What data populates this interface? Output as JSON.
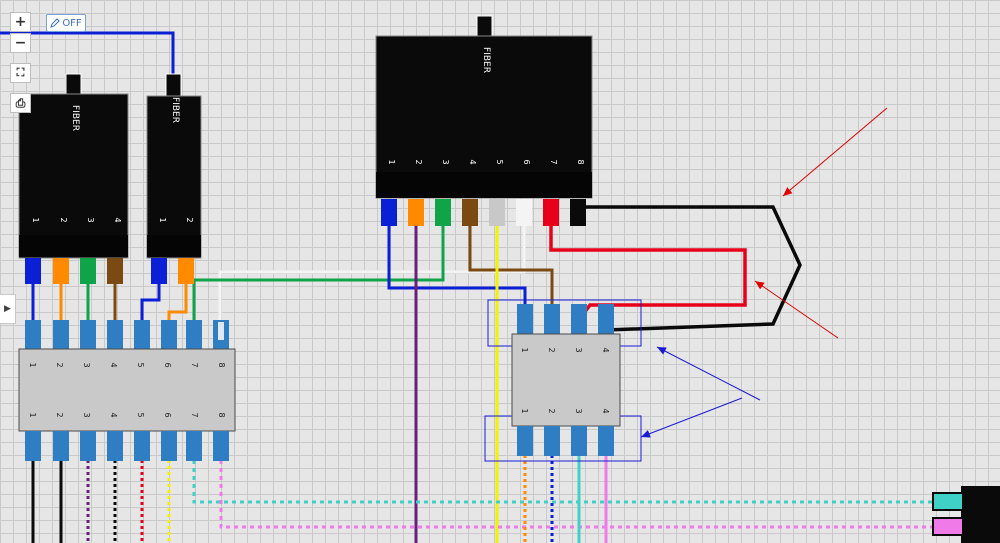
{
  "toolbar": {
    "zoom_in": "+",
    "zoom_out": "−",
    "fullscreen": "⛶",
    "print": "⎙",
    "off_label": "OFF",
    "side_arrow": "▶"
  },
  "enclosures": {
    "left_a": {
      "label": "FIBER",
      "ports": [
        "1",
        "2",
        "3",
        "4"
      ]
    },
    "left_b": {
      "label": "FIBER",
      "ports": [
        "1",
        "2"
      ]
    },
    "big": {
      "label": "FIBER",
      "ports": [
        "1",
        "2",
        "3",
        "4",
        "5",
        "6",
        "7",
        "8"
      ]
    }
  },
  "panels": {
    "left8": {
      "top_ports": [
        "1",
        "2",
        "3",
        "4",
        "5",
        "6",
        "7",
        "8"
      ],
      "bottom_ports": [
        "1",
        "2",
        "3",
        "4",
        "5",
        "6",
        "7",
        "8"
      ]
    },
    "right4": {
      "top_ports": [
        "1",
        "2",
        "3",
        "4"
      ],
      "bottom_ports": [
        "1",
        "2",
        "3",
        "4"
      ]
    }
  },
  "colors": {
    "blue": "#0a1fd6",
    "orange": "#ff8a00",
    "green": "#0fa34a",
    "brown": "#7a4a12",
    "slate": "#c8c8c8",
    "white": "#f4f4f4",
    "red": "#e8001a",
    "black": "#0a0a0a",
    "violet": "#6b1d7a",
    "yellow": "#f3f300",
    "aqua": "#3fd0c6",
    "rose": "#f07ae8",
    "port_blue": "#2f7ec4",
    "annot_red": "#e00000",
    "annot_blue": "#1a1ad6"
  }
}
